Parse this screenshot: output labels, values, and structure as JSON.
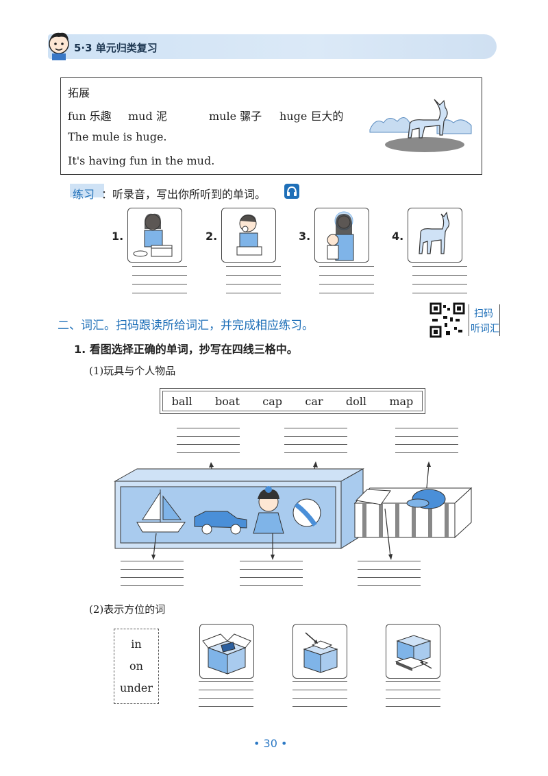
{
  "header": {
    "title": "5·3 单元归类复习"
  },
  "expand": {
    "title": "拓展",
    "words": [
      {
        "en": "fun",
        "zh": "乐趣"
      },
      {
        "en": "mud",
        "zh": "泥"
      },
      {
        "en": "mule",
        "zh": "骡子"
      },
      {
        "en": "huge",
        "zh": "巨大的"
      }
    ],
    "sentence1": "The mule is huge.",
    "sentence2": "It's having fun in the mud."
  },
  "practice": {
    "label": "练习",
    "instruction": "：听录音，写出你所听到的单词。",
    "items": [
      "1.",
      "2.",
      "3.",
      "4."
    ]
  },
  "section2": {
    "title": "二、词汇。扫码跟读所给词汇，并完成相应练习。",
    "qr_label_line1": "扫码",
    "qr_label_line2": "听词汇",
    "task1": "1. 看图选择正确的单词，抄写在四线三格中。",
    "sub1": "(1)玩具与个人物品",
    "word_bank": [
      "ball",
      "boat",
      "cap",
      "car",
      "doll",
      "map"
    ],
    "sub2": "(2)表示方位的词",
    "prepositions": [
      "in",
      "on",
      "under"
    ]
  },
  "page_number": "• 30 •",
  "colors": {
    "accent_blue": "#1e6fb8",
    "light_blue": "#7fb4e8",
    "band": "#d5e6f6"
  }
}
